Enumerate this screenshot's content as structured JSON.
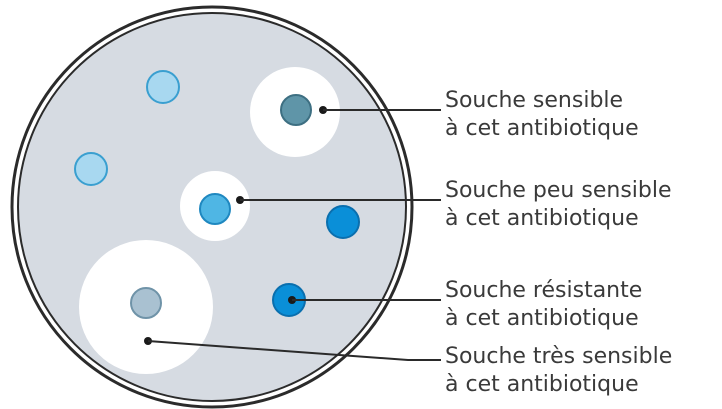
{
  "labels": [
    {
      "line1": "Souche sensible",
      "line2": "à cet antibiotique"
    },
    {
      "line1": "Souche peu sensible",
      "line2": "à cet antibiotique"
    },
    {
      "line1": "Souche résistante",
      "line2": "à cet antibiotique"
    },
    {
      "line1": "Souche très sensible",
      "line2": "à cet antibiotique"
    }
  ],
  "colors": {
    "dish_fill": "#d6dbe2",
    "dish_rim": "#2b2b2b",
    "halo": "#ffffff",
    "pale_blue": "#a8d8f0",
    "pale_blue_stroke": "#3a9fd0",
    "steel_blue": "#5f95a8",
    "steel_blue_stroke": "#3d6f82",
    "mid_blue": "#4fb6e4",
    "mid_blue_stroke": "#1f88c0",
    "strong_blue": "#0a8fd8",
    "strong_blue_stroke": "#0a6fae",
    "grey_blue": "#a9c1d1",
    "grey_blue_stroke": "#6f93a8"
  }
}
